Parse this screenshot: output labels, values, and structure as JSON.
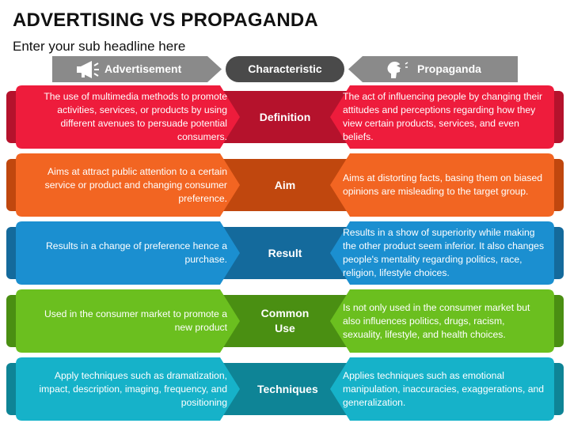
{
  "title": "ADVERTISING VS PROPAGANDA",
  "subtitle": "Enter your sub headline here",
  "headers": {
    "left": "Advertisement",
    "center": "Characteristic",
    "right": "Propaganda"
  },
  "icons": {
    "left": "megaphone-icon",
    "right": "head-megaphone-icon"
  },
  "colors": {
    "header_gray": "#8a8a8a",
    "header_dark": "#4a4a4a"
  },
  "rows": [
    {
      "label": "Definition",
      "left": "The use of multimedia methods to promote activities, services, or products by using different avenues to persuade potential consumers.",
      "right": "The act of influencing people by changing their attitudes and perceptions regarding how they view certain products, services, and even beliefs.",
      "color": "#ee1c3c",
      "dark": "#b5122c"
    },
    {
      "label": "Aim",
      "left": "Aims at attract public attention to a certain service or product and changing consumer preference.",
      "right": "Aims at distorting facts, basing them on biased opinions are misleading to the target group.",
      "color": "#f26522",
      "dark": "#c0470e"
    },
    {
      "label": "Result",
      "left": "Results in a change of preference hence a purchase.",
      "right": "Results in a show of superiority while making the other product seem inferior. It also changes people's mentality regarding politics, race, religion, lifestyle choices.",
      "color": "#1b8fd0",
      "dark": "#146a9c"
    },
    {
      "label": "Common Use",
      "left": "Used in the consumer market to promote a new product",
      "right": "Is not only used in the consumer market but also influences politics, drugs, racism, sexuality, lifestyle, and health choices.",
      "color": "#6bbf1f",
      "dark": "#4a8f12"
    },
    {
      "label": "Techniques",
      "left": "Apply techniques such as dramatization, impact, description, imaging, frequency, and positioning",
      "right": "Applies techniques such as emotional manipulation, inaccuracies, exaggerations, and generalization.",
      "color": "#16b2c9",
      "dark": "#0e8496"
    }
  ]
}
